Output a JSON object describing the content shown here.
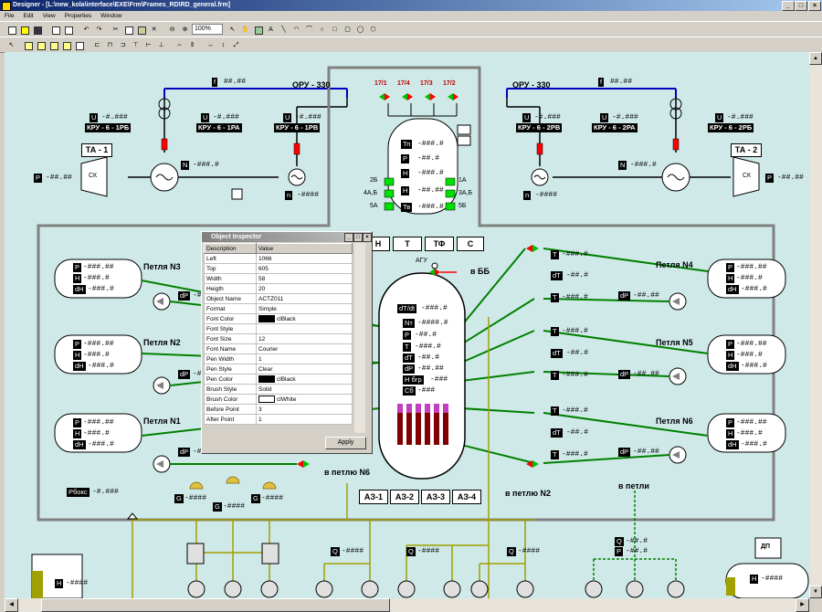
{
  "window": {
    "title": "Designer - [L:\\new_kola\\interface\\EXE\\Frm\\Frames_RD\\RD_general.frm]"
  },
  "menu": [
    "File",
    "Edit",
    "View",
    "Properties",
    "Window"
  ],
  "toolbar": {
    "zoom": "100%"
  },
  "scheme": {
    "oru_left": "ОРУ - 330",
    "oru_right": "ОРУ - 330",
    "f_mask": "##.##",
    "u_mask": "-#.###",
    "n_mask": "-###.#",
    "p_mask": "-##.##",
    "small_mask": "-####",
    "kru_left": [
      "КРУ - 6 - 1РБ",
      "КРУ - 6 - 1РА",
      "КРУ - 6 - 1РВ"
    ],
    "kru_right": [
      "КРУ - 6 - 2РВ",
      "КРУ - 6 - 2РА",
      "КРУ - 6 - 2РБ"
    ],
    "ta1": "ТА - 1",
    "ta2": "ТА - 2",
    "ck": "СК",
    "valves_top": [
      "17/1",
      "17/4",
      "17/3",
      "17/2"
    ],
    "pressurizer_tags": [
      "Тп",
      "Р",
      "Н",
      "Н",
      "Тв"
    ],
    "pressurizer_vals": [
      "-###.#",
      "-##.#",
      "-###.#",
      "-##.##",
      "-###.#"
    ],
    "side_left": [
      "2Б",
      "4А,Б",
      "5А"
    ],
    "side_right": [
      "1А",
      "3А,Б",
      "5Б"
    ],
    "buttons": [
      "Н",
      "Т",
      "ТФ",
      "С"
    ],
    "agu": "АГУ",
    "v_bb": "в ББ",
    "loops_left": [
      "Петля N3",
      "Петля N2",
      "Петля N1"
    ],
    "loops_right": [
      "Петля N4",
      "Петля N5",
      "Петля N6"
    ],
    "loop_tags": [
      "P",
      "H",
      "dH"
    ],
    "loop_vals": [
      "-###.##",
      "-###.#",
      "-###.#"
    ],
    "dp_label": "dP",
    "dp_val": "-##.##",
    "t_label": "T",
    "t_val": "-###.#",
    "dt_label": "dT",
    "dt_val": "-##.#",
    "reactor_tags": [
      "dT/dt",
      "Nт",
      "P",
      "T",
      "dT",
      "dP",
      "Н бгр",
      "Сб"
    ],
    "reactor_vals": [
      "-###.#",
      "-####.#",
      "-##.#",
      "-###.#",
      "-##.#",
      "-##.##",
      "-###",
      "-###"
    ],
    "az": [
      "АЗ-1",
      "АЗ-2",
      "АЗ-3",
      "АЗ-4"
    ],
    "v_loop_n6": "в петлю N6",
    "v_loop_n2": "в петлю N2",
    "v_loops": "в петли",
    "rboks": "Рбокс",
    "rboks_val": "-#.###",
    "g_tag": "G",
    "g_val": "-####",
    "q_tag": "Q",
    "q_val": "-####",
    "q2_val": "-##.#",
    "p2_val": "-##.#",
    "h_tag": "Н",
    "h_val": "-####",
    "dp_box": "ДП"
  },
  "inspector": {
    "title": "Object Inspector",
    "col_desc": "Description",
    "col_value": "Value",
    "rows": [
      {
        "d": "Left",
        "v": "1066"
      },
      {
        "d": "Top",
        "v": "605"
      },
      {
        "d": "Width",
        "v": "58"
      },
      {
        "d": "Heigth",
        "v": "20"
      },
      {
        "d": "Object Name",
        "v": "ACTZ011"
      },
      {
        "d": "Format",
        "v": "Simple"
      },
      {
        "d": "Font Color",
        "v": "clBlack"
      },
      {
        "d": "Font Style",
        "v": ""
      },
      {
        "d": "Font Size",
        "v": "12"
      },
      {
        "d": "Font Name",
        "v": "Courier"
      },
      {
        "d": "Pen Width",
        "v": "1"
      },
      {
        "d": "Pen Style",
        "v": "Clear"
      },
      {
        "d": "Pen Color",
        "v": "clBlack"
      },
      {
        "d": "Brush Style",
        "v": "Solid"
      },
      {
        "d": "Brush Color",
        "v": "clWhite"
      },
      {
        "d": "Before Point",
        "v": "3"
      },
      {
        "d": "After Point",
        "v": "1"
      }
    ],
    "apply": "Apply"
  },
  "colors": {
    "canvas": "#cfe9e9",
    "line_blue": "#0000c0",
    "line_olive": "#a0a000",
    "line_green": "#008000",
    "rod": "#c040c0",
    "rod_base": "#800000",
    "breaker": "#ff0000",
    "valve_green": "#00c000"
  }
}
